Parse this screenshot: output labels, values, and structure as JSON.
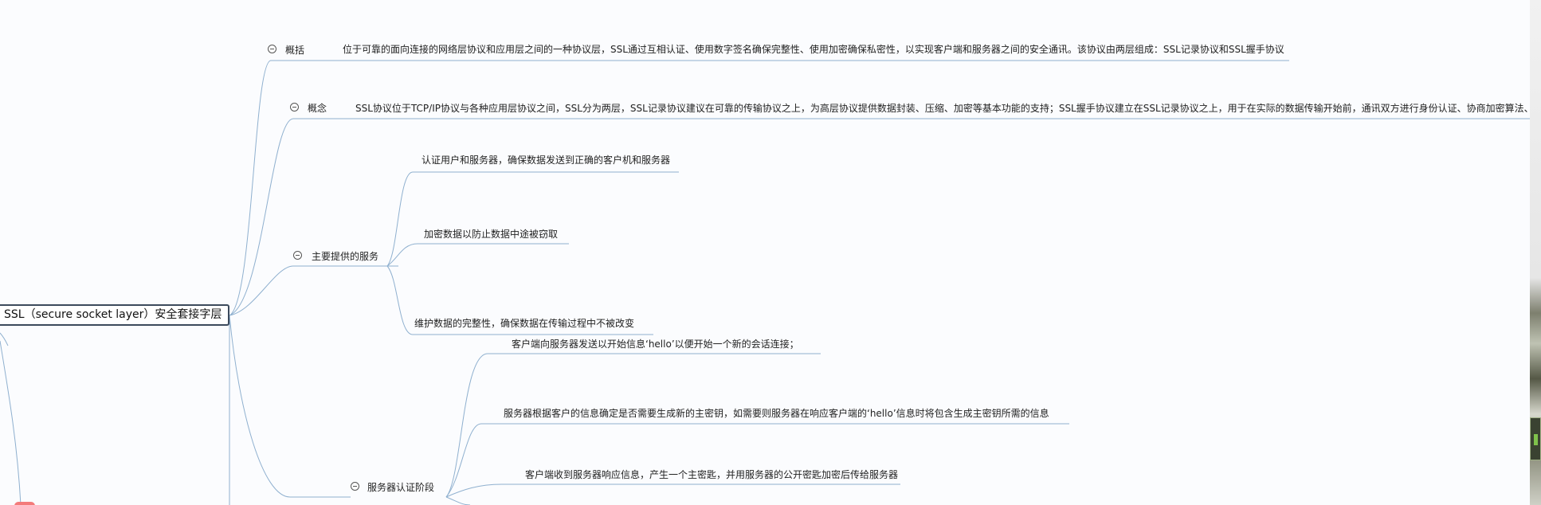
{
  "root": {
    "label": "SSL（secure socket layer）安全套接字层"
  },
  "branches": {
    "overview": {
      "label": "概括",
      "text": "位于可靠的面向连接的网络层协议和应用层之间的一种协议层，SSL通过互相认证、使用数字签名确保完整性、使用加密确保私密性，以实现客户端和服务器之间的安全通讯。该协议由两层组成：SSL记录协议和SSL握手协议"
    },
    "concept": {
      "label": "概念",
      "text": "SSL协议位于TCP/IP协议与各种应用层协议之间，SSL分为两层，SSL记录协议建议在可靠的传输协议之上，为高层协议提供数据封装、压缩、加密等基本功能的支持；SSL握手协议建立在SSL记录协议之上，用于在实际的数据传输开始前，通讯双方进行身份认证、协商加密算法、交"
    },
    "services": {
      "label": "主要提供的服务",
      "items": [
        "认证用户和服务器，确保数据发送到正确的客户机和服务器",
        "加密数据以防止数据中途被窃取",
        "维护数据的完整性，确保数据在传输过程中不被改变"
      ]
    },
    "server_auth": {
      "label": "服务器认证阶段",
      "items": [
        "客户端向服务器发送以开始信息‘hello’以便开始一个新的会话连接；",
        "服务器根据客户的信息确定是否需要生成新的主密钥，如需要则服务器在响应客户端的‘hello’信息时将包含生成主密钥所需的信息",
        "客户端收到服务器响应信息，产生一个主密匙，并用服务器的公开密匙加密后传给服务器"
      ]
    }
  },
  "colors": {
    "connector": "#8fb0cf",
    "root_border": "#3c4a5c",
    "background": "#fbfcfe"
  }
}
